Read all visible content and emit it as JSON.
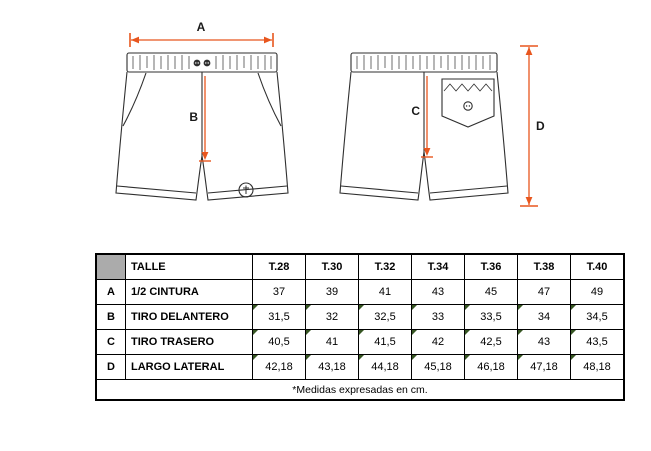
{
  "colors": {
    "annotation_orange": "#e8561e",
    "line_art": "#2f2f2f",
    "corner_cell_gray": "#ababab",
    "marker_green": "#375623"
  },
  "diagram": {
    "labels": {
      "a": "A",
      "b": "B",
      "c": "C",
      "d": "D"
    }
  },
  "table": {
    "size_header": "TALLE",
    "sizes": [
      "T.28",
      "T.30",
      "T.32",
      "T.34",
      "T.36",
      "T.38",
      "T.40"
    ],
    "rows": [
      {
        "letter": "A",
        "label": "1/2 CINTURA",
        "values": [
          "37",
          "39",
          "41",
          "43",
          "45",
          "47",
          "49"
        ]
      },
      {
        "letter": "B",
        "label": "TIRO DELANTERO",
        "values": [
          "31,5",
          "32",
          "32,5",
          "33",
          "33,5",
          "34",
          "34,5"
        ]
      },
      {
        "letter": "C",
        "label": "TIRO TRASERO",
        "values": [
          "40,5",
          "41",
          "41,5",
          "42",
          "42,5",
          "43",
          "43,5"
        ]
      },
      {
        "letter": "D",
        "label": "LARGO LATERAL",
        "values": [
          "42,18",
          "43,18",
          "44,18",
          "45,18",
          "46,18",
          "47,18",
          "48,18"
        ]
      }
    ],
    "footnote": "*Medidas expresadas en cm."
  }
}
